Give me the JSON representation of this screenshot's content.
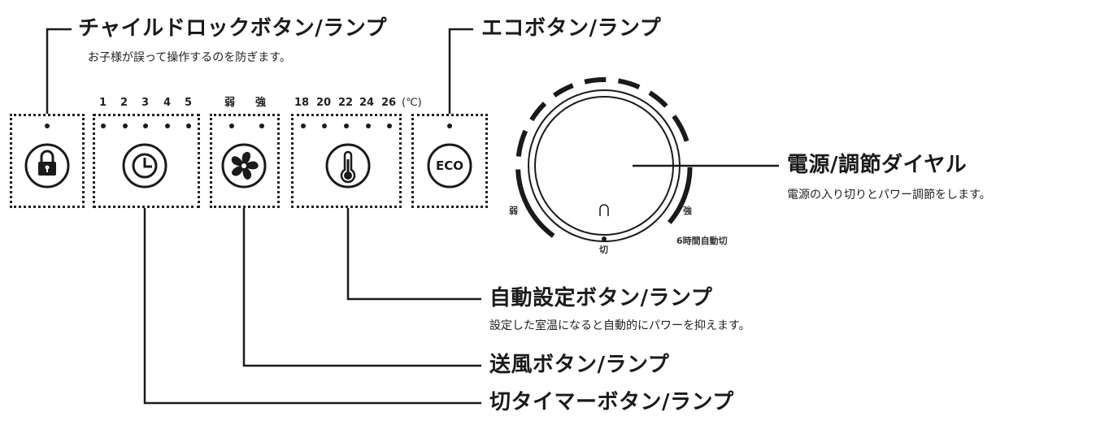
{
  "callouts": {
    "child_lock": {
      "title": "チャイルドロックボタン/ランプ",
      "desc": "お子様が誤って操作するのを防ぎます。"
    },
    "eco": {
      "title": "エコボタン/ランプ"
    },
    "power_dial": {
      "title": "電源/調節ダイヤル",
      "desc": "電源の入り切りとパワー調節をします。"
    },
    "auto_setting": {
      "title": "自動設定ボタン/ランプ",
      "desc": "設定した室温になると自動的にパワーを抑えます。"
    },
    "fan": {
      "title": "送風ボタン/ランプ"
    },
    "off_timer": {
      "title": "切タイマーボタン/ランプ"
    }
  },
  "panel": {
    "timer_scale": [
      "1",
      "2",
      "3",
      "4",
      "5"
    ],
    "fan_scale": [
      "弱",
      "強"
    ],
    "temp_scale": [
      "18",
      "20",
      "22",
      "24",
      "26",
      "(℃)"
    ],
    "eco_icon_text": "ECO",
    "icons": [
      "lock-icon",
      "clock-icon",
      "fan-icon",
      "thermometer-icon",
      "eco-icon"
    ]
  },
  "dial": {
    "weak": "弱",
    "strong": "強",
    "off": "切",
    "auto_off": "6時間自動切"
  }
}
